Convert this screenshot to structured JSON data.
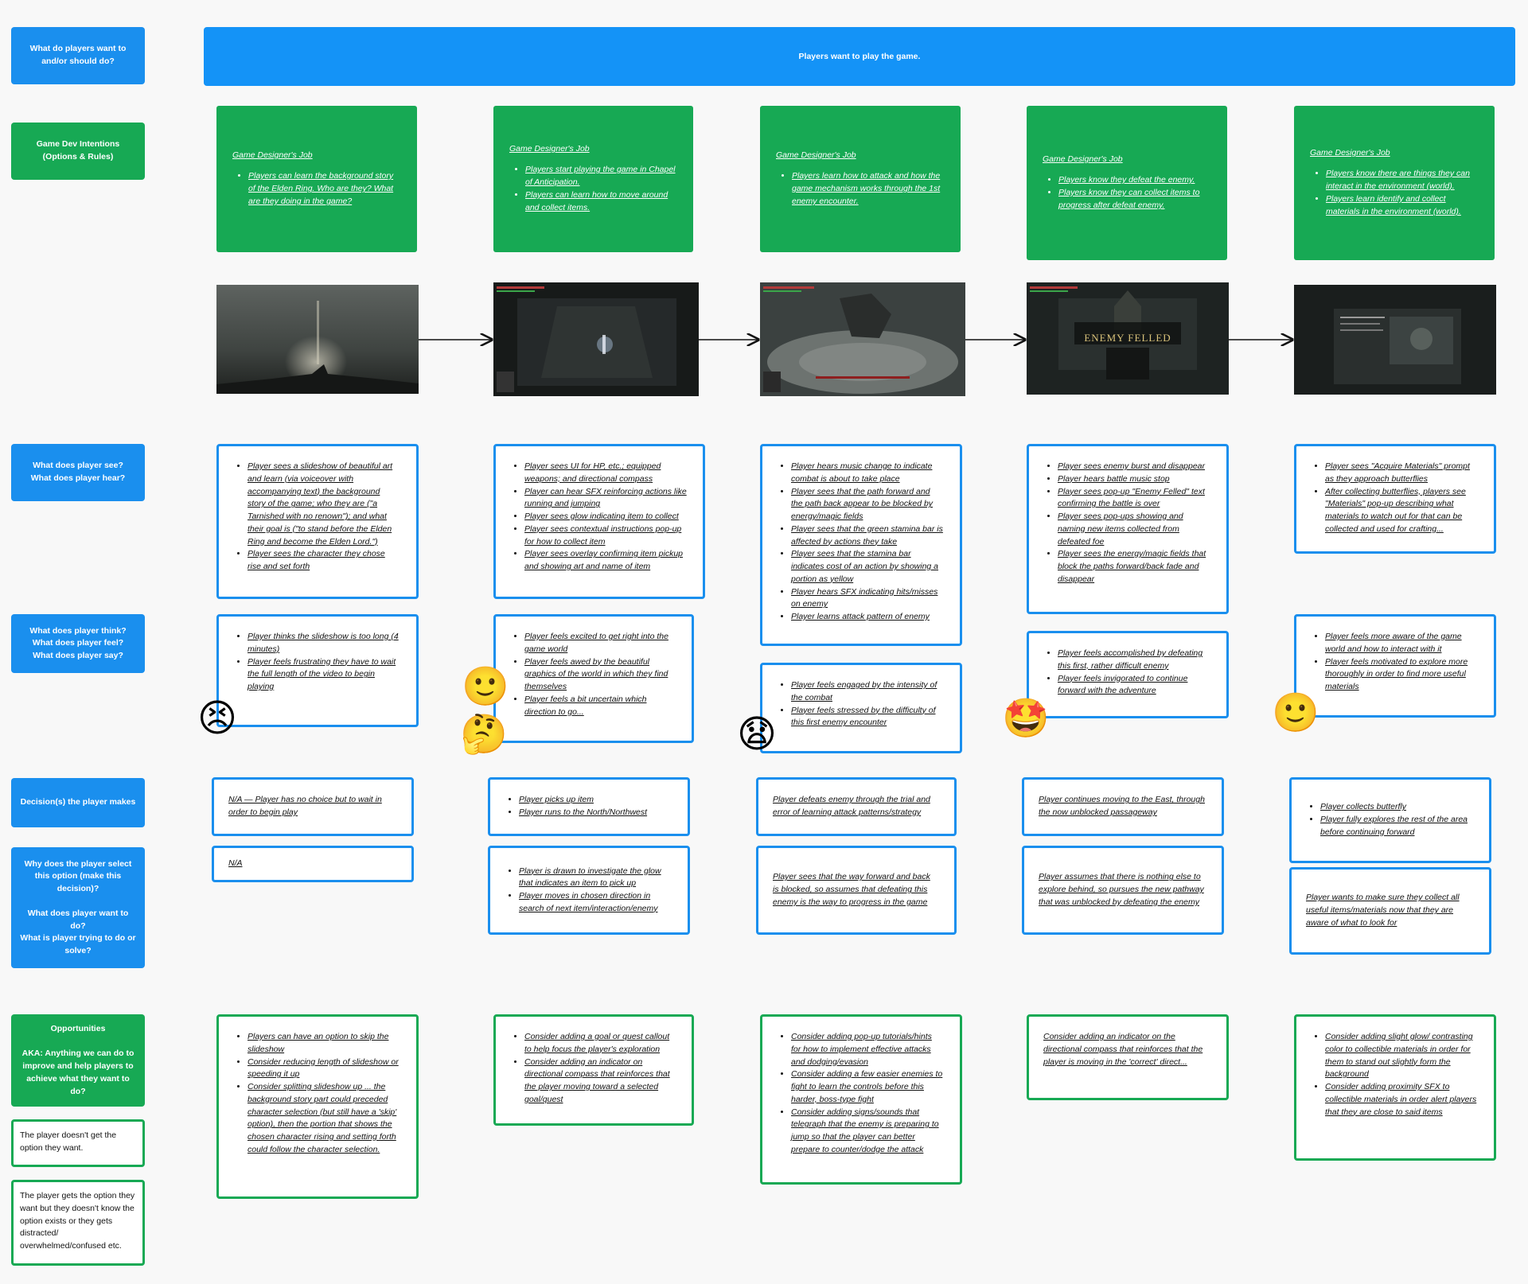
{
  "labels": {
    "want": "What do players want to\nand/or should do?",
    "intentions": "Game Dev Intentions\n(Options & Rules)",
    "see_hear": "What does player see?\nWhat does player hear?",
    "think_feel": "What does player think?\nWhat does player feel?\nWhat does player say?",
    "decision": "Decision(s) the player makes",
    "why": "Why does the player select this option (make this decision)?\n\nWhat does player want to do?\nWhat is player trying to do or solve?",
    "opportunities": "Opportunities\n\nAKA: Anything we can do to improve and help players to achieve what they want to do?",
    "no_option": "The player doesn't get the option they want.",
    "distracted": "The player gets the option they want but they doesn't know the option exists or they gets distracted/ overwhelmed/confused etc."
  },
  "banner": "Players want to play the game.",
  "screens": {
    "s4_text": "ENEMY FELLED"
  },
  "emojis": {
    "e1": "😣",
    "e2": "🙂",
    "e3": "🤔",
    "e4": "😧",
    "e5": "🤩",
    "e6": "🙂"
  },
  "columns": [
    {
      "gd_title": "Game Designer's Job",
      "gd_items": [
        "Players can learn the background story of the Elden Ring. Who are they? What are they doing in the game?"
      ],
      "see": [
        "Player sees a slideshow of beautiful art and learn (via voiceover with accompanying text) the background story of the game; who they are (\"a Tarnished with no renown\"); and what their goal is (\"to stand before the Elden Ring and become the Elden Lord.\")",
        "Player sees the character they chose rise and set forth"
      ],
      "feel": [
        "Player thinks the slideshow is too long (4 minutes)",
        "Player feels frustrating they have to wait the full length of the video to begin playing"
      ],
      "decision": "N/A — Player has no choice but to wait in order to begin play",
      "why": "N/A",
      "opp": [
        "Players can have an option to skip the slideshow",
        "Consider reducing length of slideshow or speeding it up",
        "Consider splitting slideshow up ... the background story part could preceded character selection (but still have a 'skip' option), then the portion that shows the chosen character rising and setting forth could follow the character selection."
      ]
    },
    {
      "gd_title": "Game Designer's Job",
      "gd_items": [
        "Players start playing the game in Chapel of Anticipation.",
        "Players can learn how to move around and collect items."
      ],
      "see": [
        "Player sees UI for HP, etc.; equipped weapons; and directional compass",
        "Player can hear SFX reinforcing actions like running and jumping",
        "Player sees glow indicating item to collect",
        "Player sees contextual instructions pop-up for how to collect item",
        "Player sees overlay confirming item pickup and showing art and name of item"
      ],
      "feel": [
        "Player feels excited to get right into the game world",
        "Player feels awed by the beautiful graphics of the world in which they find themselves",
        "Player feels a bit uncertain which direction to go..."
      ],
      "decision": [
        "Player picks up item",
        "Player runs to the North/Northwest"
      ],
      "why": [
        "Player is drawn to investigate the glow that indicates an item to pick up",
        "Player moves in chosen direction in search of next item/interaction/enemy"
      ],
      "opp": [
        "Consider adding a goal or quest callout to help focus the player's exploration",
        "Consider adding an indicator on directional compass that reinforces that the player moving toward a selected goal/quest"
      ]
    },
    {
      "gd_title": "Game Designer's Job",
      "gd_items": [
        "Players learn how to attack and how the game mechanism works through the 1st enemy encounter."
      ],
      "see": [
        "Player hears music change to indicate combat is about to take place",
        "Player sees that the path forward and the path back appear to be blocked by energy/magic fields",
        "Player sees that the green stamina bar is affected by actions they take",
        "Player sees that the stamina bar indicates cost of an action by showing a portion as yellow",
        "Player hears SFX indicating hits/misses on enemy",
        "Player learns attack pattern of enemy"
      ],
      "feel": [
        "Player feels engaged by the intensity of the combat",
        "Player feels stressed by the difficulty of this first enemy encounter"
      ],
      "decision": "Player defeats enemy through the trial and error of learning attack patterns/strategy",
      "why": "Player sees that the way forward and back is blocked, so assumes that defeating this enemy is the way to progress in the game",
      "opp": [
        "Consider adding pop-up tutorials/hints for how to implement effective attacks and dodging/evasion",
        "Consider adding a few easier enemies to fight to learn the controls before this harder, boss-type fight",
        "Consider adding signs/sounds that telegraph that the enemy is preparing to jump so that the player can better prepare to counter/dodge the attack"
      ]
    },
    {
      "gd_title": "Game Designer's Job",
      "gd_items": [
        "Players know they defeat the enemy.",
        "Players know they can collect items to progress after defeat enemy."
      ],
      "see": [
        "Player sees enemy burst and disappear",
        "Player hears battle music stop",
        "Player sees pop-up \"Enemy Felled\" text confirming the battle is over",
        "Player sees pop-ups showing and naming new items collected from defeated foe",
        "Player sees the energy/magic fields that block the paths forward/back fade and disappear"
      ],
      "feel": [
        "Player feels accomplished by defeating this first, rather difficult enemy",
        "Player feels invigorated to continue forward with the adventure"
      ],
      "decision": "Player continues moving to the East, through the now unblocked passageway",
      "why": "Player assumes that there is nothing else to explore behind, so pursues the new pathway that was unblocked by defeating the enemy",
      "opp": "Consider adding an indicator on the directional compass that reinforces that the player is moving in the 'correct' direct..."
    },
    {
      "gd_title": "Game Designer's Job",
      "gd_items": [
        "Players know there are things they can interact in the environment (world).",
        "Players learn identify and collect materials in the environment (world)."
      ],
      "see": [
        "Player sees \"Acquire Materials\" prompt as they approach butterflies",
        "After collecting butterflies, players see \"Materials\" pop-up describing what materials to watch out for that can be collected and used for crafting..."
      ],
      "feel": [
        "Player feels more aware of the game world and how to interact with it",
        "Player feels motivated to explore more thoroughly in order to find more useful materials"
      ],
      "decision": [
        "Player collects butterfly",
        "Player fully explores the rest of the area before continuing forward"
      ],
      "why": "Player wants to make sure they collect all useful items/materials now that they are aware of what to look for",
      "opp": [
        "Consider adding slight glow/ contrasting color to collectible materials in order for them to stand out slightly form the background",
        "Consider adding proximity SFX to collectible materials in order alert players that they are close to said items"
      ]
    }
  ]
}
